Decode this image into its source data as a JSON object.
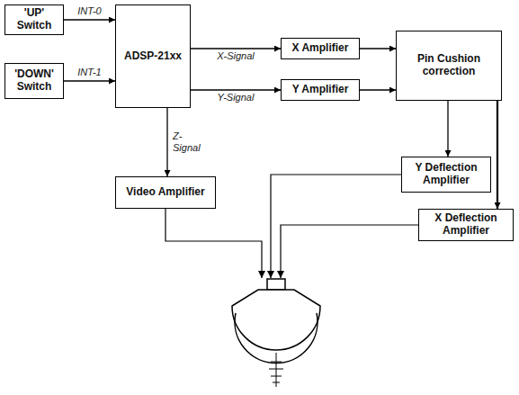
{
  "diagram": {
    "nodes": [
      {
        "text": [
          "'UP' Switch"
        ]
      },
      {
        "text": [
          "'DOWN' Switch"
        ]
      },
      {
        "text": [
          "ADSP-21xx"
        ]
      },
      {
        "text": [
          "X Amplifier"
        ]
      },
      {
        "text": [
          "Pin Cushion correction"
        ]
      },
      {
        "text": [
          "Y Amplifier"
        ]
      },
      {
        "text": [
          "Y Deflection Amplifier"
        ]
      },
      {
        "text": [
          "Video Amplifier"
        ]
      },
      {
        "text": [
          "X Deflection Amplifier"
        ]
      }
    ],
    "edges": [
      {
        "from": 0,
        "to": 2,
        "arrow": "to",
        "label": "INT-0"
      },
      {
        "from": 1,
        "to": 2,
        "arrow": "to",
        "label": "INT-1"
      },
      {
        "from": 2,
        "to": 3,
        "arrow": "to",
        "label": "X-Signal"
      },
      {
        "from": 2,
        "to": 5,
        "arrow": "to",
        "label": "Y-Signal"
      },
      {
        "from": 3,
        "to": 4,
        "arrow": "to"
      },
      {
        "from": 5,
        "to": 4,
        "arrow": "to"
      },
      {
        "from": 4,
        "to": 6,
        "arrow": "to"
      },
      {
        "from": 4,
        "to": 8,
        "arrow": "to"
      },
      {
        "from": 2,
        "to": 7,
        "arrow": "to",
        "label": "Z-Signal"
      }
    ]
  }
}
